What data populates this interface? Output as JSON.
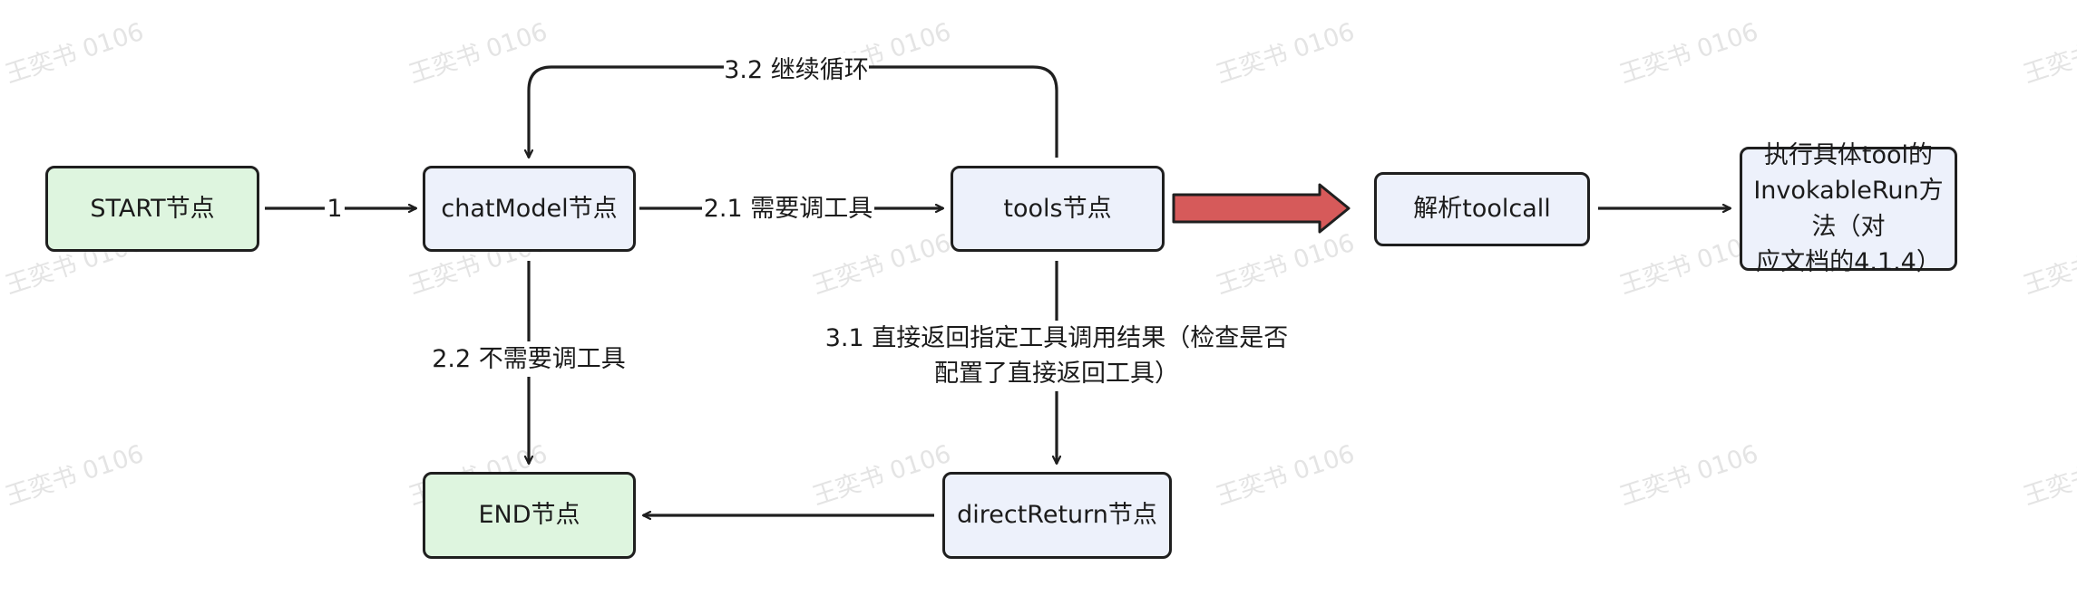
{
  "watermark": "王奕书 0106",
  "nodes": {
    "start": "START节点",
    "chatmodel": "chatModel节点",
    "tools": "tools节点",
    "parse": "解析toolcall",
    "execute": "执行具体tool的\nInvokableRun方法（对\n应文档的4.1.4）",
    "end": "END节点",
    "directreturn": "directReturn节点"
  },
  "edges": {
    "start_to_chatmodel": "1",
    "need_tool": "2.1 需要调工具",
    "no_tool": "2.2 不需要调工具",
    "continue_loop": "3.2 继续循环",
    "direct_return": "3.1 直接返回指定工具调用结果（检查是否\n配置了直接返回工具）"
  },
  "colors": {
    "start_end_fill": "#def5df",
    "node_fill": "#edf1fb",
    "border": "#1f1f1f",
    "highlight_arrow": "#d65a5a"
  }
}
